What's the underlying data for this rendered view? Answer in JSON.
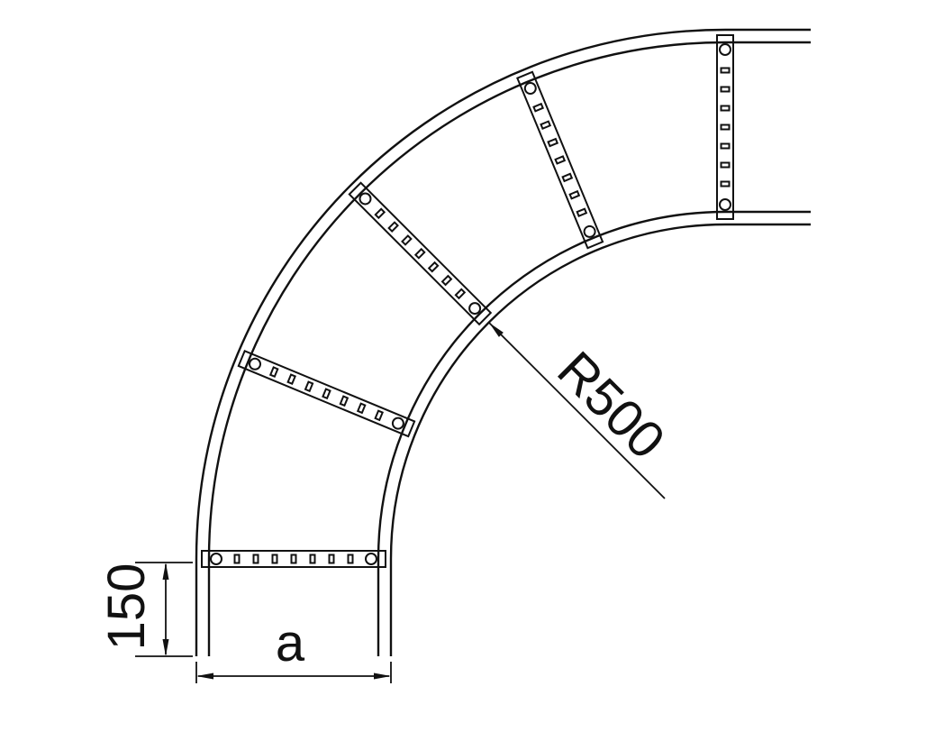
{
  "drawing": {
    "background_color": "#ffffff",
    "line_color": "#111111",
    "rung_count": 5
  },
  "dimensions": {
    "radius_label": "R500",
    "offset_label": "150",
    "width_label": "a"
  }
}
